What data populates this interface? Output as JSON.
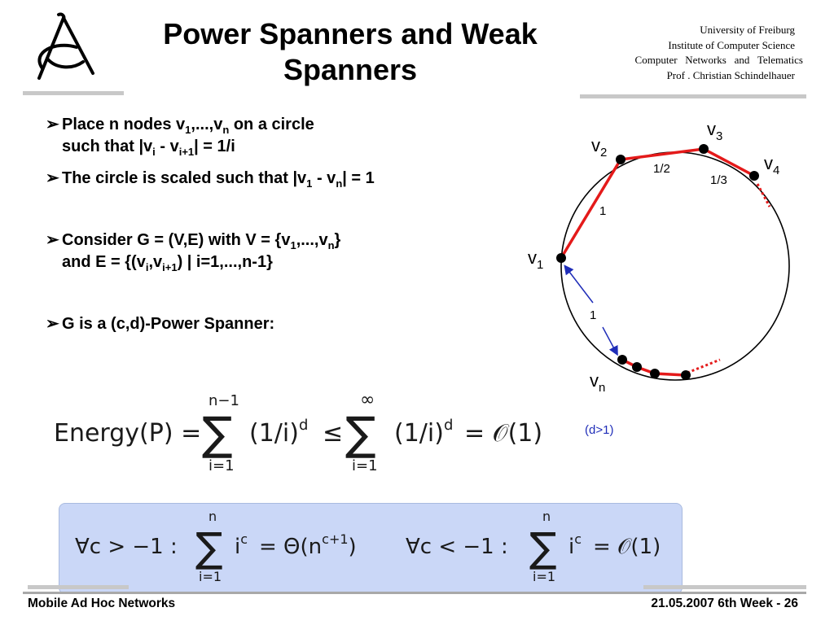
{
  "slide": {
    "title_line1": "Power Spanners and Weak",
    "title_line2": "Spanners",
    "institution": {
      "line1": "University of Freiburg",
      "line2": "Institute of Computer Science",
      "line3": "Computer   Networks   and   Telematics",
      "line4": "Prof . Christian Schindelhauer"
    },
    "bullets": {
      "b1_part1": "Place n nodes v",
      "b1_sub1": "1",
      "b1_part2": ",...,v",
      "b1_sub2": "n",
      "b1_part3": " on a circle",
      "b1_line2_part1": "such that |v",
      "b1_line2_sub1": "i",
      "b1_line2_part2": " - v",
      "b1_line2_sub2": "i+1",
      "b1_line2_part3": "| = 1/i",
      "b2_part1": "The circle is scaled such that |v",
      "b2_sub1": "1",
      "b2_part2": " - v",
      "b2_sub2": "n",
      "b2_part3": "| = 1",
      "b3_part1": "Consider G = (V,E) with V = {v",
      "b3_sub1": "1",
      "b3_part2": ",...,v",
      "b3_sub2": "n",
      "b3_part3": "}",
      "b3_line2_part1": "and E = {(v",
      "b3_line2_sub1": "i",
      "b3_line2_part2": ",v",
      "b3_line2_sub2": "i+1",
      "b3_line2_part3": ") | i=1,...,n-1}",
      "b4": "G is a (c,d)-Power Spanner:"
    },
    "diagram": {
      "v1": "v",
      "v1_sub": "1",
      "v2": "v",
      "v2_sub": "2",
      "v3": "v",
      "v3_sub": "3",
      "v4": "v",
      "v4_sub": "4",
      "vn": "v",
      "vn_sub": "n",
      "edge_12": "1",
      "edge_23": "1/2",
      "edge_34": "1/3",
      "edge_1n": "1",
      "edge_color": "#e41a1a",
      "arrow_color": "#1f2db8"
    },
    "formula1": {
      "lhs": "Energy(P) =",
      "sum1_top": "n−1",
      "sum1_bottom": "i=1",
      "term1": "(1/i)",
      "exp1": "d",
      "leq": "≤",
      "sum2_top": "∞",
      "sum2_bottom": "i=1",
      "term2": "(1/i)",
      "exp2": "d",
      "rhs": "= 𝒪(1)",
      "note": "(d>1)",
      "note_color": "#1f2db8"
    },
    "formula2": {
      "left_cond": "∀c > −1 :",
      "left_top": "n",
      "left_bottom": "i=1",
      "left_term": "i",
      "left_exp": "c",
      "left_rhs": "= Θ(n",
      "left_rhs_exp": "c+1",
      "left_rhs_close": ")",
      "right_cond": "∀c < −1 :",
      "right_top": "n",
      "right_bottom": "i=1",
      "right_term": "i",
      "right_exp": "c",
      "right_rhs": "= 𝒪(1)",
      "box_color": "#cad7f7"
    },
    "footer": {
      "left": "Mobile Ad Hoc Networks",
      "right": "21.05.2007 6th Week - 26"
    }
  }
}
